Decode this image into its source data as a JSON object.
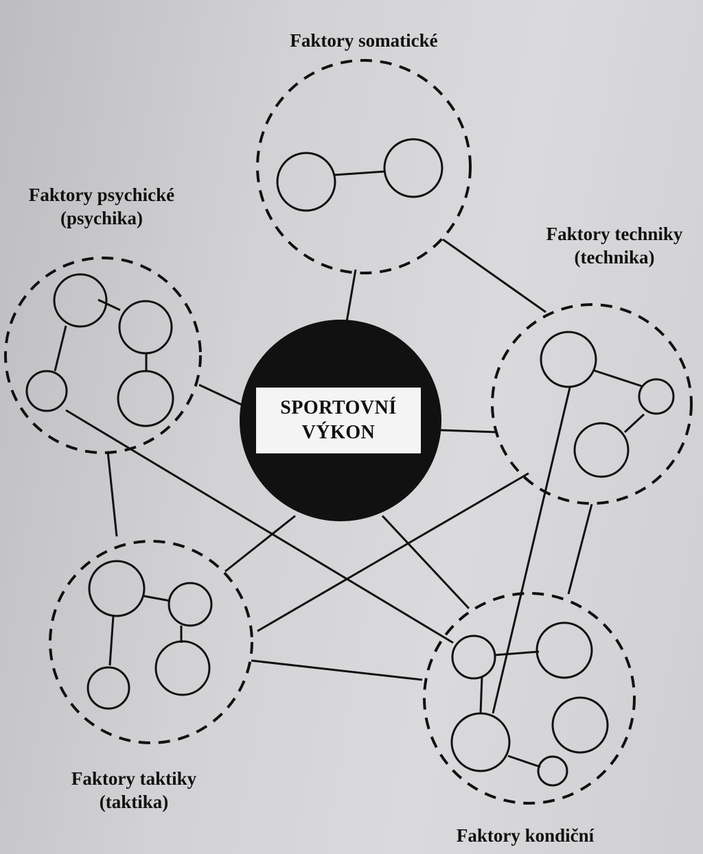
{
  "center": {
    "line1": "SPORTOVNÍ",
    "line2": "VÝKON",
    "fill_color": "#111111"
  },
  "groups": {
    "somatic": {
      "line1": "Faktory somatické",
      "line2": ""
    },
    "psychic": {
      "line1": "Faktory psychické",
      "line2": "(psychika)"
    },
    "technique": {
      "line1": "Faktory techniky",
      "line2": "(technika)"
    },
    "tactics": {
      "line1": "Faktory taktiky",
      "line2": "(taktika)"
    },
    "condition": {
      "line1": "Faktory kondiční",
      "line2": ""
    }
  },
  "colors": {
    "ink": "#111111",
    "paper": "#d4d4d6"
  }
}
